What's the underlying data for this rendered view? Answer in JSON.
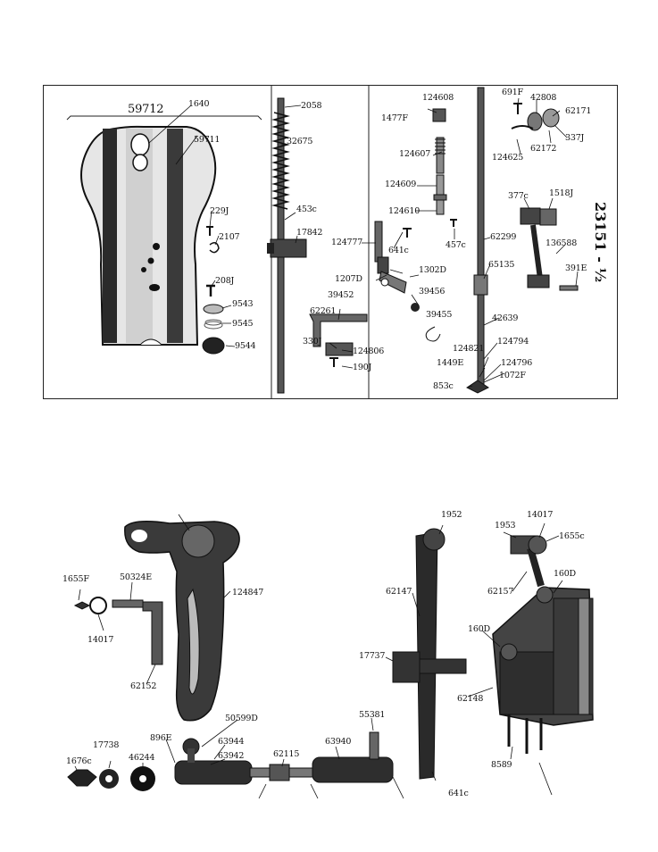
{
  "page": {
    "side_label": "23151 - ½"
  },
  "top_panel": {
    "group_title": "59712",
    "labels": {
      "l1": "1640",
      "l2": "59711",
      "l3": "229J",
      "l4": "2107",
      "l5": "208J",
      "l6": "9543",
      "l7": "9545",
      "l8": "9544",
      "l9": "2058",
      "l10": "32675",
      "l11": "453c",
      "l12": "17842",
      "l13": "124608",
      "l14": "1477F",
      "l15": "124607",
      "l16": "124609",
      "l17": "124610",
      "l18": "124777",
      "l19": "641c",
      "l20": "457c",
      "l21": "1207D",
      "l22": "1302D",
      "l23": "39452",
      "l24": "39456",
      "l25": "62261",
      "l26": "39455",
      "l27": "330J",
      "l28": "124806",
      "l29": "190J",
      "l30": "691F",
      "l31": "42808",
      "l32": "62171",
      "l33": "124625",
      "l34": "62172",
      "l35": "337J",
      "l36": "377c",
      "l37": "1518J",
      "l38": "62299",
      "l39": "136588",
      "l40": "65135",
      "l41": "391E",
      "l42": "42639",
      "l43": "124794",
      "l44": "124821",
      "l45": "1449E",
      "l46": "124796",
      "l47": "1072F",
      "l48": "853c"
    }
  },
  "bottom_section": {
    "labels": {
      "b1": "1655F",
      "b2": "50324E",
      "b3": "14017",
      "b4": "124847",
      "b5": "62152",
      "b6": "1952",
      "b7": "1953",
      "b8": "14017",
      "b9": "1655c",
      "b10": "62147",
      "b11": "160D",
      "b12": "62157",
      "b13": "160D",
      "b14": "17737",
      "b15": "62148",
      "b16": "50599D",
      "b17": "55381",
      "b18": "896E",
      "b19": "63944",
      "b20": "17738",
      "b21": "63942",
      "b22": "62115",
      "b23": "63940",
      "b24": "1676c",
      "b25": "46244",
      "b26": "8589",
      "b27": "641c"
    }
  }
}
